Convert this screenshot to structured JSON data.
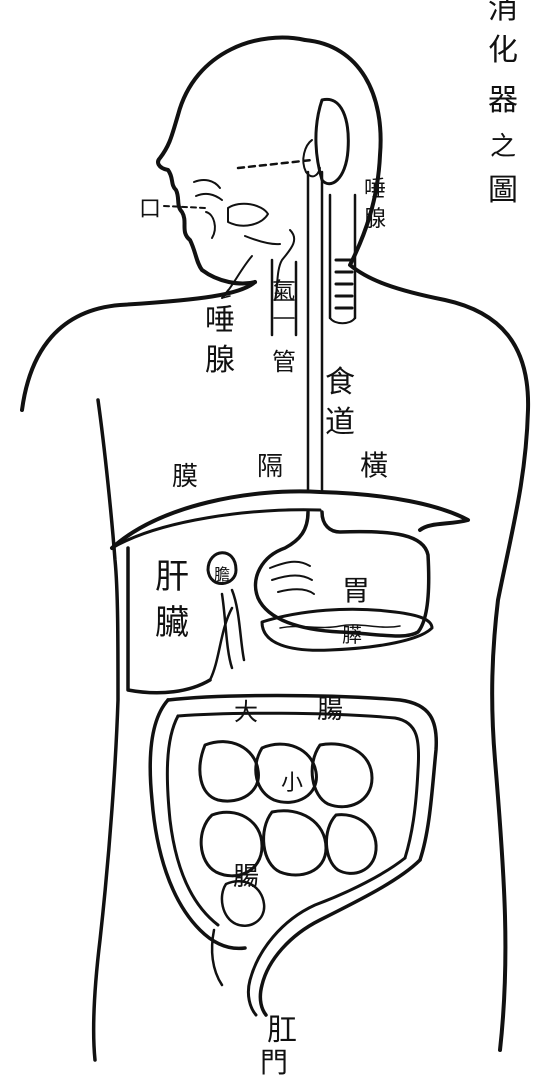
{
  "title": "消化器之圖",
  "labels": {
    "mouth": "口",
    "throat_gland": "唾腺",
    "salivary_gland": "唾腺",
    "trachea": "氣管",
    "esophagus": "食道",
    "diaphragm": "橫隔膜",
    "liver": "肝臟",
    "gallbladder": "膽",
    "stomach": "胃",
    "pancreas": "膵",
    "large_intestine": "大腸",
    "small_intestine": "小腸",
    "anus": "肛門"
  }
}
